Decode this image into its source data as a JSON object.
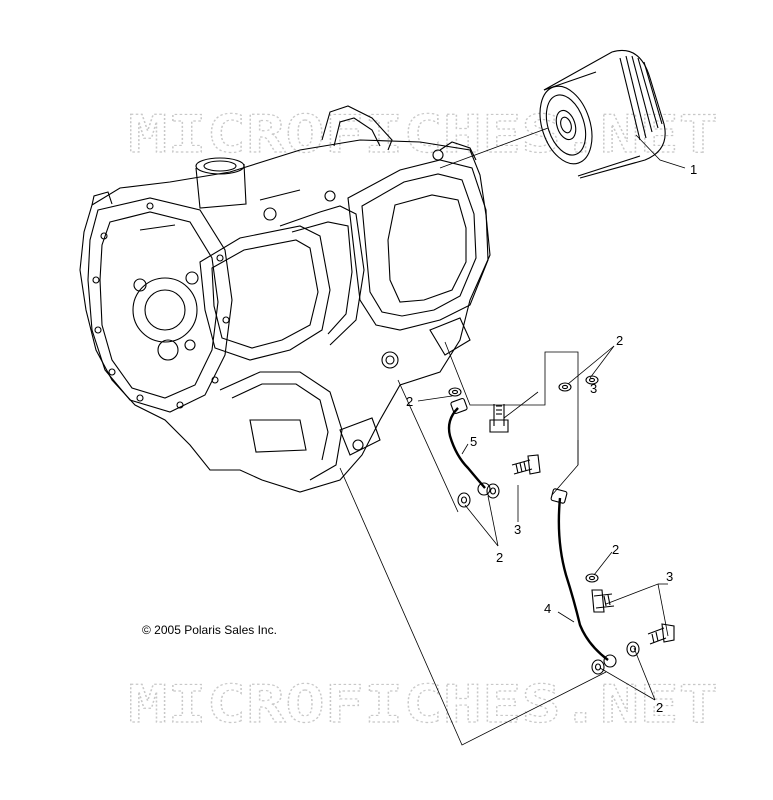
{
  "watermark": {
    "text": "MICROFICHES.NET",
    "color": "#c8c8c8"
  },
  "copyright": "© 2005 Polaris Sales Inc.",
  "callouts": [
    {
      "id": "c1",
      "label": "1"
    },
    {
      "id": "c2a",
      "label": "2"
    },
    {
      "id": "c2b",
      "label": "2"
    },
    {
      "id": "c2c",
      "label": "2"
    },
    {
      "id": "c2d",
      "label": "2"
    },
    {
      "id": "c2e",
      "label": "2"
    },
    {
      "id": "c3a",
      "label": "3"
    },
    {
      "id": "c3b",
      "label": "3"
    },
    {
      "id": "c3c",
      "label": "3"
    },
    {
      "id": "c4",
      "label": "4"
    },
    {
      "id": "c5",
      "label": "5"
    }
  ],
  "parts": [
    {
      "number": "1",
      "icon": "oil-filter-icon"
    },
    {
      "number": "2",
      "icon": "sealing-washer-icon"
    },
    {
      "number": "3",
      "icon": "banjo-bolt-icon"
    },
    {
      "number": "4",
      "icon": "oil-line-icon"
    },
    {
      "number": "5",
      "icon": "oil-line-icon"
    }
  ]
}
